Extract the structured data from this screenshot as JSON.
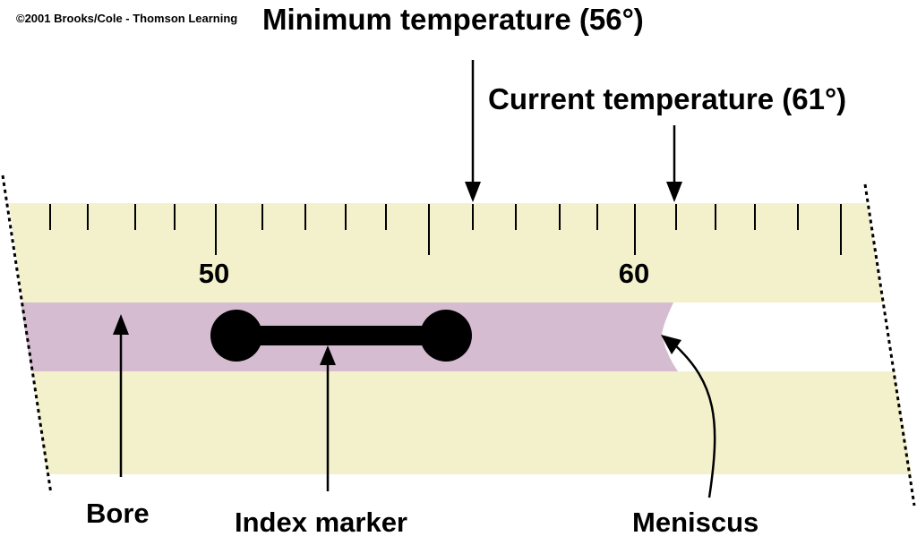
{
  "copyright": "©2001 Brooks/Cole - Thomson Learning",
  "labels": {
    "minimum": "Minimum temperature (56°)",
    "current": "Current temperature (61°)",
    "bore": "Bore",
    "index_marker": "Index marker",
    "meniscus": "Meniscus"
  },
  "scale": {
    "tick_labels": [
      "50",
      "60"
    ],
    "minimum_value": 56,
    "current_value": 61
  },
  "colors": {
    "tube": "#f3f0cc",
    "bore_fluid": "#d5bcd1",
    "ink": "#000000",
    "background": "#ffffff"
  }
}
